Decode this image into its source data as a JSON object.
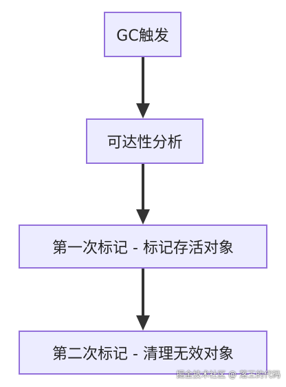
{
  "diagram": {
    "nodes": [
      {
        "id": "n1",
        "label": "GC触发"
      },
      {
        "id": "n2",
        "label": "可达性分析"
      },
      {
        "id": "n3",
        "label": "第一次标记 - 标记存活对象"
      },
      {
        "id": "n4",
        "label": "第二次标记 - 清理无效对象"
      }
    ],
    "edges": [
      {
        "from": "n1",
        "to": "n2"
      },
      {
        "from": "n2",
        "to": "n3"
      },
      {
        "from": "n3",
        "to": "n4"
      }
    ],
    "colors": {
      "node_fill": "#ECECFF",
      "node_border": "#9370DB",
      "edge": "#333333"
    }
  },
  "watermark": "掘金技术社区 @ 落王的代码"
}
